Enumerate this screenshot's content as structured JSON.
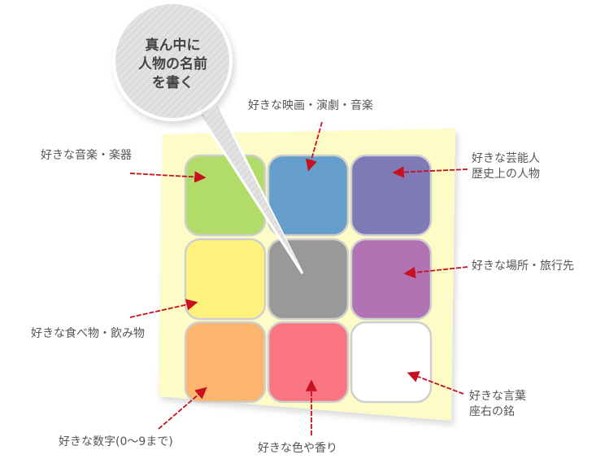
{
  "bubble": {
    "line1": "真ん中に",
    "line2": "人物の名前",
    "line3": "を書く"
  },
  "labels": {
    "music": "好きな音楽・楽器",
    "movie": "好きな映画・演劇・音楽",
    "celebrity_line1": "好きな芸能人",
    "celebrity_line2": "歴史上の人物",
    "place": "好きな場所・旅行先",
    "food": "好きな食べ物・飲み物",
    "number": "好きな数字(0～9まで)",
    "color": "好きな色や香り",
    "words_line1": "好きな言葉",
    "words_line2": "座右の銘"
  },
  "colors": {
    "paper": "#fdfbc6",
    "green": "#b2dc6a",
    "blue": "#659ecb",
    "indigo": "#7f79b6",
    "yellow": "#fdf27c",
    "gray": "#999999",
    "purple": "#b273b5",
    "orange": "#fbb56d",
    "pink": "#f97581",
    "white": "#ffffff",
    "arrow": "#c8101e"
  }
}
